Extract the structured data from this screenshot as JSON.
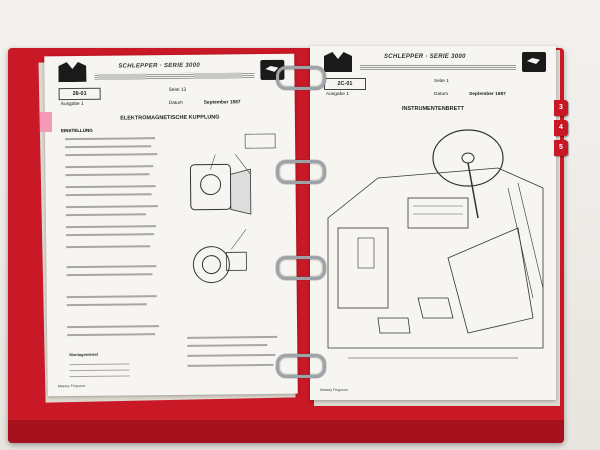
{
  "left_page": {
    "series": "SCHLEPPER · SERIE 3000",
    "doc_code": "28-01",
    "seite": "Seite 13",
    "ausgabe": "Ausgabe 1",
    "datum": "Datum",
    "datum_value": "September 1987",
    "title": "ELEKTROMAGNETISCHE KUPPLUNG",
    "sub": "EINSTELLUNG",
    "table_header": "Montagewinkel",
    "footer": "Massey Ferguson"
  },
  "right_page": {
    "series": "SCHLEPPER · SERIE 3000",
    "doc_code": "2C-01",
    "seite": "Seite 1",
    "ausgabe": "Ausgabe 1",
    "datum": "Datum",
    "datum_value": "September 1987",
    "title": "INSTRUMENTENBRETT",
    "footer": "Massey Ferguson"
  },
  "tabs": [
    "3",
    "4",
    "5"
  ],
  "colors": {
    "binder": "#c91826",
    "tab": "#c81826",
    "paper": "#f6f5f1",
    "sticky": "#f59bb8"
  }
}
